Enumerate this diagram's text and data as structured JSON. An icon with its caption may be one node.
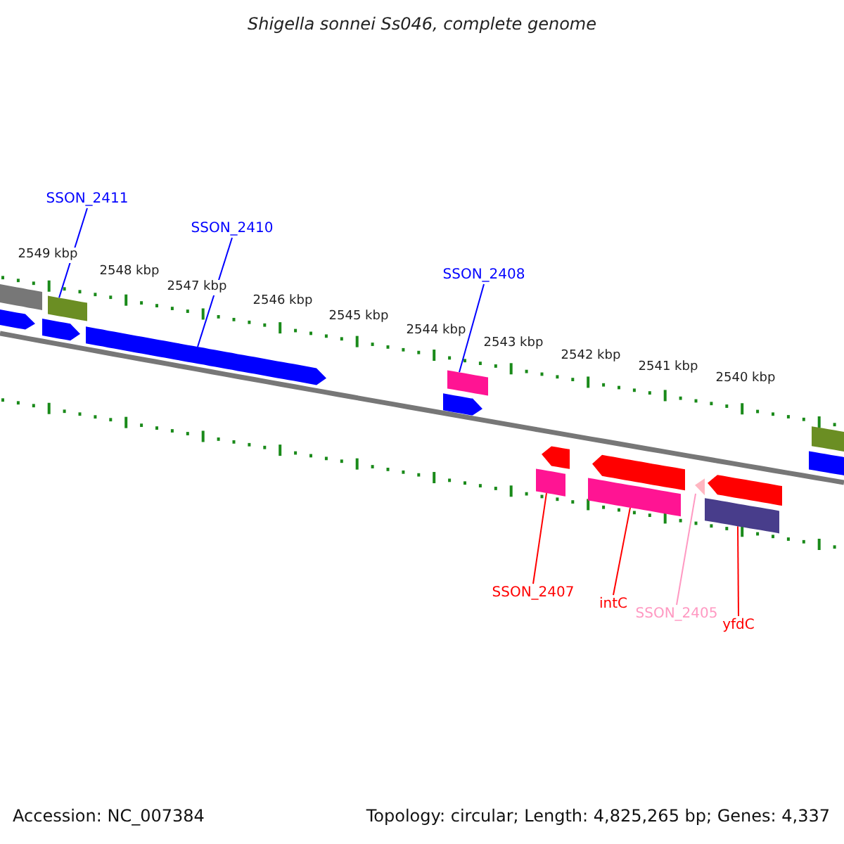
{
  "diagram": {
    "title": "Shigella sonnei Ss046, complete genome",
    "nodes": [
      {
        "text": [
          "SSON_2411"
        ]
      },
      {
        "text": [
          "SSON_2410"
        ]
      },
      {
        "text": [
          "SSON_2408"
        ]
      },
      {
        "text": [
          "SSON_2407"
        ]
      },
      {
        "text": [
          "intC"
        ]
      },
      {
        "text": [
          "SSON_2405"
        ]
      },
      {
        "text": [
          "yfdC"
        ]
      },
      {
        "text": [],
        "shape": "bar"
      },
      {
        "text": [],
        "shape": "arrow"
      },
      {
        "text": [],
        "shape": "bar"
      },
      {
        "text": [],
        "shape": "arrow"
      },
      {
        "text": [],
        "shape": "arrow"
      },
      {
        "text": [],
        "shape": "bar"
      },
      {
        "text": [],
        "shape": "arrow"
      },
      {
        "text": [],
        "shape": "arrow"
      },
      {
        "text": [],
        "shape": "bar"
      },
      {
        "text": [],
        "shape": "arrow"
      },
      {
        "text": [],
        "shape": "bar"
      },
      {
        "text": [],
        "shape": "arrow"
      },
      {
        "text": [],
        "shape": "arrow"
      },
      {
        "text": [],
        "shape": "bar"
      },
      {
        "text": [],
        "shape": "bar"
      },
      {
        "text": [],
        "shape": "bar"
      }
    ],
    "edges": [
      {
        "from": 0,
        "to": 9,
        "arrow": "none",
        "color": "#0000ff"
      },
      {
        "from": 1,
        "to": 11,
        "arrow": "none",
        "color": "#0000ff"
      },
      {
        "from": 2,
        "to": 12,
        "arrow": "none",
        "color": "#0000ff"
      },
      {
        "from": 3,
        "to": 15,
        "arrow": "none",
        "color": "#ff0000"
      },
      {
        "from": 4,
        "to": 17,
        "arrow": "none",
        "color": "#ff0000"
      },
      {
        "from": 5,
        "to": 18,
        "arrow": "none",
        "color": "#ff99c2"
      },
      {
        "from": 6,
        "to": 20,
        "arrow": "none",
        "color": "#ff0000"
      }
    ],
    "labels": [
      "2549 kbp",
      "2548 kbp",
      "2547 kbp",
      "2546 kbp",
      "2545 kbp",
      "2544 kbp",
      "2543 kbp",
      "2542 kbp",
      "2541 kbp",
      "2540 kbp",
      "Accession: NC_007384",
      "Topology: circular; Length: 4,825,265 bp; Genes: 4,337"
    ]
  }
}
